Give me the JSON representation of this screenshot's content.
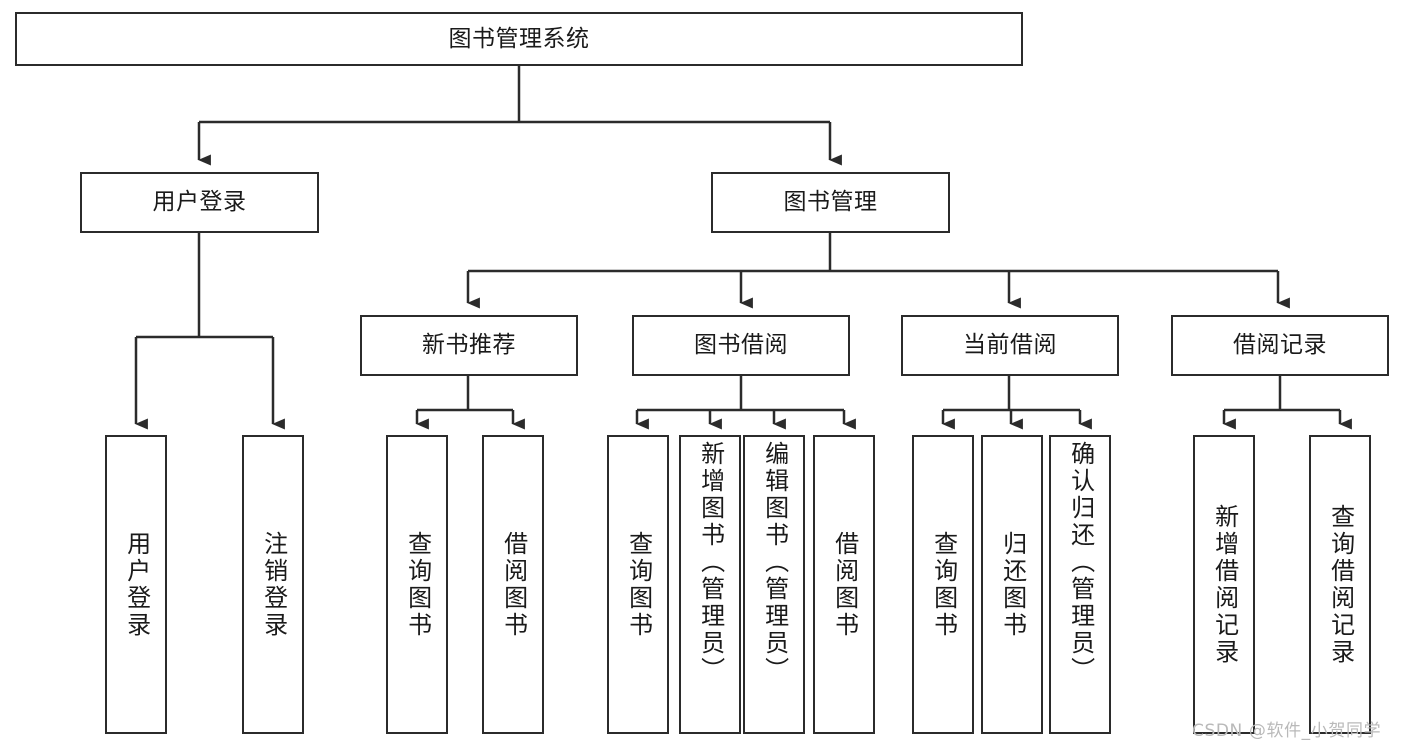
{
  "diagram": {
    "type": "tree-hierarchy",
    "title_node": {
      "id": "root",
      "label": "图书管理系统"
    },
    "level1": [
      {
        "id": "login",
        "label": "用户登录"
      },
      {
        "id": "bookmgmt",
        "label": "图书管理"
      }
    ],
    "level2": [
      {
        "id": "newbook",
        "label": "新书推荐",
        "parent": "bookmgmt"
      },
      {
        "id": "borrow",
        "label": "图书借阅",
        "parent": "bookmgmt"
      },
      {
        "id": "current",
        "label": "当前借阅",
        "parent": "bookmgmt"
      },
      {
        "id": "records",
        "label": "借阅记录",
        "parent": "bookmgmt"
      }
    ],
    "leaves": [
      {
        "id": "leaf-user-login",
        "label": "用户登录",
        "parent": "login"
      },
      {
        "id": "leaf-user-logout",
        "label": "注销登录",
        "parent": "login"
      },
      {
        "id": "leaf-newbook-query",
        "label": "查询图书",
        "parent": "newbook"
      },
      {
        "id": "leaf-newbook-borrow",
        "label": "借阅图书",
        "parent": "newbook"
      },
      {
        "id": "leaf-borrow-query",
        "label": "查询图书",
        "parent": "borrow"
      },
      {
        "id": "leaf-borrow-add",
        "label": "新增图书（管理员）",
        "parent": "borrow"
      },
      {
        "id": "leaf-borrow-edit",
        "label": "编辑图书（管理员）",
        "parent": "borrow"
      },
      {
        "id": "leaf-borrow-lend",
        "label": "借阅图书",
        "parent": "borrow"
      },
      {
        "id": "leaf-current-query",
        "label": "查询图书",
        "parent": "current"
      },
      {
        "id": "leaf-current-return",
        "label": "归还图书",
        "parent": "current"
      },
      {
        "id": "leaf-current-confirm",
        "label": "确认归还（管理员）",
        "parent": "current"
      },
      {
        "id": "leaf-records-add",
        "label": "新增借阅记录",
        "parent": "records"
      },
      {
        "id": "leaf-records-query",
        "label": "查询借阅记录",
        "parent": "records"
      }
    ],
    "colors": {
      "stroke": "#2b2b2b",
      "fill": "#ffffff",
      "text": "#1a1a1a",
      "watermark": "#b9b9b9"
    }
  },
  "watermark": {
    "text": "CSDN @软件_小贺同学"
  }
}
